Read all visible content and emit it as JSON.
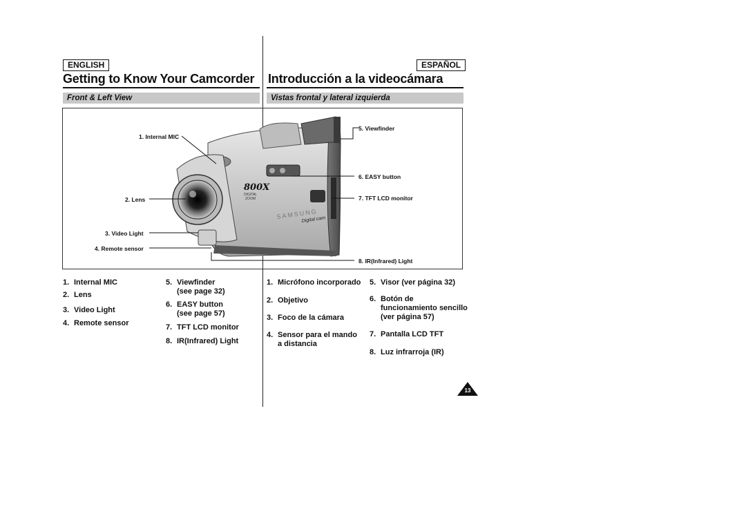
{
  "header": {
    "lang_en": "ENGLISH",
    "lang_es": "ESPAÑOL",
    "title_en": "Getting to Know Your Camcorder",
    "title_es": "Introducción a la videocámara",
    "section_en": "Front & Left View",
    "section_es": "Vistas frontal y lateral izquierda"
  },
  "figure": {
    "callouts": {
      "c1": "1. Internal MIC",
      "c2": "2. Lens",
      "c3": "3. Video Light",
      "c4": "4. Remote sensor",
      "c5": "5. Viewfinder",
      "c6": "6. EASY button",
      "c7": "7. TFT LCD monitor",
      "c8": "8. IR(Infrared) Light"
    },
    "camera_text": {
      "zoom_big": "800X",
      "zoom_small1": "DIGITAL",
      "zoom_small2": "ZOOM",
      "brand": "SAMSUNG",
      "model_logo": "Digital cam"
    }
  },
  "list_en": {
    "i1": "1.",
    "t1": "Internal MIC",
    "i2": "2.",
    "t2": "Lens",
    "i3": "3.",
    "t3": "Video Light",
    "i4": "4.",
    "t4": "Remote sensor",
    "i5": "5.",
    "t5": "Viewfinder",
    "t5b": "(see page 32)",
    "i6": "6.",
    "t6": "EASY button",
    "t6b": "(see page 57)",
    "i7": "7.",
    "t7": "TFT LCD monitor",
    "i8": "8.",
    "t8": "IR(Infrared) Light"
  },
  "list_es": {
    "i1": "1.",
    "t1": "Micrófono incorporado",
    "i2": "2.",
    "t2": "Objetivo",
    "i3": "3.",
    "t3": "Foco de la cámara",
    "i4": "4.",
    "t4": "Sensor para el mando",
    "t4b": "a distancia",
    "i5": "5.",
    "t5": "Visor (ver página 32)",
    "i6": "6.",
    "t6": "Botón de",
    "t6b": "funcionamiento sencillo",
    "t6c": "(ver página 57)",
    "i7": "7.",
    "t7": "Pantalla LCD TFT",
    "i8": "8.",
    "t8": "Luz infrarroja (IR)"
  },
  "page_number": "13"
}
